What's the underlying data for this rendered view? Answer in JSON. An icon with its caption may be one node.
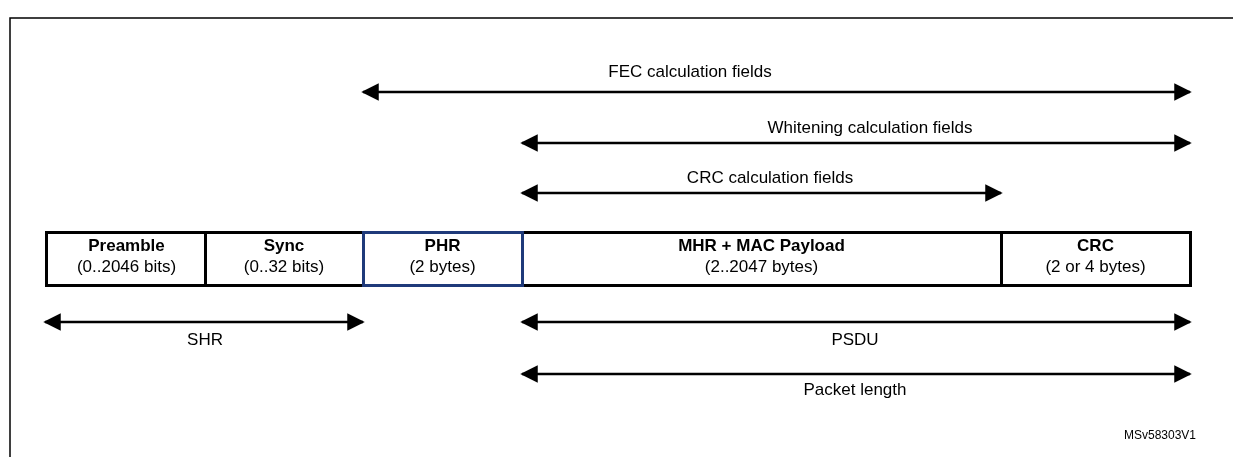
{
  "diagram": {
    "nodes": [
      {
        "text": [
          "Preamble",
          "(0..2046 bits)"
        ]
      },
      {
        "text": [
          "Sync",
          "(0..32 bits)"
        ]
      },
      {
        "text": [
          "PHR",
          "(2 bytes)"
        ]
      },
      {
        "text": [
          "MHR + MAC Payload",
          "(2..2047 bytes)"
        ]
      },
      {
        "text": [
          "CRC",
          "(2 or 4 bytes)"
        ]
      }
    ],
    "labels": [
      "FEC calculation fields",
      "Whitening calculation fields",
      "CRC calculation fields",
      "SHR",
      "PSDU",
      "Packet length",
      "MSv58303V1"
    ]
  }
}
